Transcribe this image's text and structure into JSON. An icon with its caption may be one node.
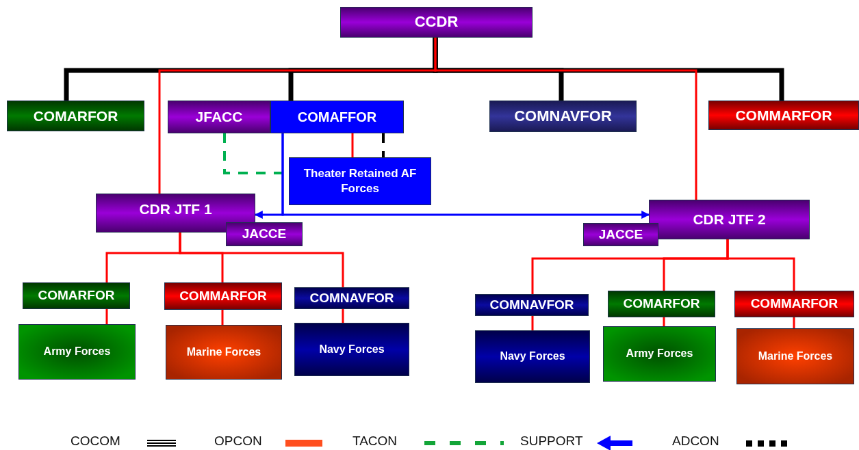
{
  "diagram": {
    "nodes": [
      {
        "text": [
          "CCDR"
        ]
      },
      {
        "text": [
          "COMARFOR"
        ]
      },
      {
        "text": [
          "JFACC"
        ]
      },
      {
        "text": [
          "COMAFFOR"
        ]
      },
      {
        "text": [
          "COMNAVFOR"
        ]
      },
      {
        "text": [
          "COMMARFOR"
        ]
      },
      {
        "text": [
          "Theater Retained AF Forces"
        ]
      },
      {
        "text": [
          "CDR JTF 1"
        ]
      },
      {
        "text": [
          "JACCE"
        ]
      },
      {
        "text": [
          "CDR JTF 2"
        ]
      },
      {
        "text": [
          "JACCE"
        ]
      },
      {
        "text": [
          "COMARFOR"
        ]
      },
      {
        "text": [
          "COMMARFOR"
        ]
      },
      {
        "text": [
          "COMNAVFOR"
        ]
      },
      {
        "text": [
          "Army Forces"
        ]
      },
      {
        "text": [
          "Marine Forces"
        ]
      },
      {
        "text": [
          "Navy Forces"
        ]
      },
      {
        "text": [
          "COMNAVFOR"
        ]
      },
      {
        "text": [
          "COMARFOR"
        ]
      },
      {
        "text": [
          "COMMARFOR"
        ]
      },
      {
        "text": [
          "Navy Forces"
        ]
      },
      {
        "text": [
          "Army Forces"
        ]
      },
      {
        "text": [
          "Marine Forces"
        ]
      }
    ],
    "edges": [
      {
        "from": 0,
        "to": 1,
        "arrow": "none",
        "style": "thick",
        "color": "#000000"
      },
      {
        "from": 0,
        "to": 3,
        "arrow": "none",
        "style": "thick",
        "color": "#000000"
      },
      {
        "from": 0,
        "to": 4,
        "arrow": "none",
        "style": "thick",
        "color": "#000000"
      },
      {
        "from": 0,
        "to": 5,
        "arrow": "none",
        "style": "thick",
        "color": "#000000"
      },
      {
        "from": 0,
        "to": 7,
        "arrow": "none"
      },
      {
        "from": 0,
        "to": 9,
        "arrow": "none"
      },
      {
        "from": 3,
        "to": 6,
        "arrow": "none"
      },
      {
        "from": 3,
        "to": 6,
        "arrow": "none",
        "style": "dashed",
        "color": "#000000"
      },
      {
        "from": 2,
        "to": 6,
        "arrow": "none",
        "style": "dashed",
        "color": "#00b050"
      },
      {
        "from": 3,
        "to": 7,
        "arrow": "to",
        "color": "#0000ff"
      },
      {
        "from": 3,
        "to": 9,
        "arrow": "to",
        "color": "#0000ff"
      },
      {
        "from": 7,
        "to": 11,
        "arrow": "none"
      },
      {
        "from": 7,
        "to": 12,
        "arrow": "none"
      },
      {
        "from": 7,
        "to": 13,
        "arrow": "none"
      },
      {
        "from": 11,
        "to": 14,
        "arrow": "none"
      },
      {
        "from": 12,
        "to": 15,
        "arrow": "none"
      },
      {
        "from": 13,
        "to": 16,
        "arrow": "none"
      },
      {
        "from": 9,
        "to": 17,
        "arrow": "none"
      },
      {
        "from": 9,
        "to": 18,
        "arrow": "none"
      },
      {
        "from": 9,
        "to": 19,
        "arrow": "none"
      },
      {
        "from": 17,
        "to": 20,
        "arrow": "none"
      },
      {
        "from": 18,
        "to": 21,
        "arrow": "none"
      },
      {
        "from": 19,
        "to": 22,
        "arrow": "none"
      }
    ],
    "legend": [
      {
        "text": "COCOM"
      },
      {
        "text": "OPCON",
        "color": "#ff4f1f"
      },
      {
        "text": "TACON"
      },
      {
        "text": "SUPPORT"
      },
      {
        "text": "ADCON"
      }
    ]
  }
}
